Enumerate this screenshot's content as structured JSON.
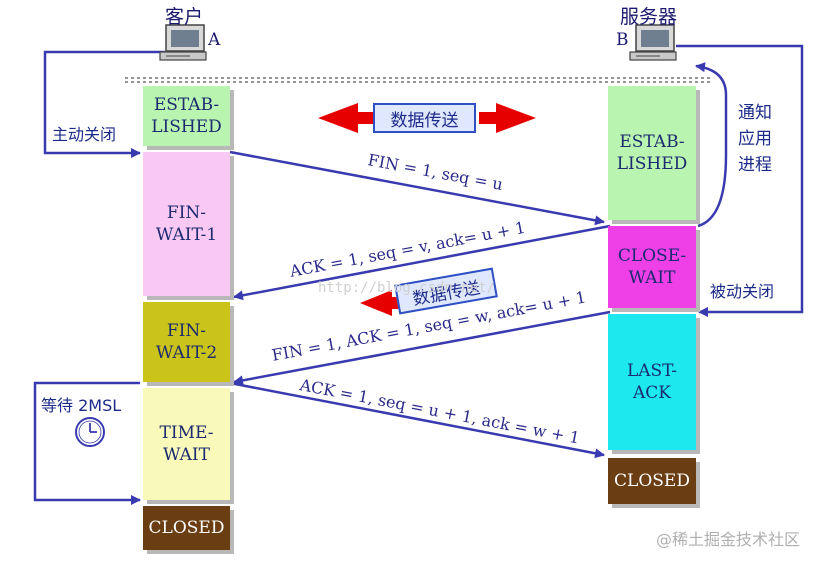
{
  "client": {
    "title": "客户",
    "host": "A"
  },
  "server": {
    "title": "服务器",
    "host": "B"
  },
  "client_states": [
    {
      "label": "ESTAB-\nLISHED",
      "color": "#b9f4b0"
    },
    {
      "label": "FIN-\nWAIT-1",
      "color": "#f9c9f4"
    },
    {
      "label": "FIN-\nWAIT-2",
      "color": "#c9c31a"
    },
    {
      "label": "TIME-\nWAIT",
      "color": "#f9f9b9"
    },
    {
      "label": "CLOSED",
      "color": "#6b3d12"
    }
  ],
  "server_states": [
    {
      "label": "ESTAB-\nLISHED",
      "color": "#b9f4b0"
    },
    {
      "label": "CLOSE-\nWAIT",
      "color": "#ef3fe6"
    },
    {
      "label": "LAST-\nACK",
      "color": "#1de8ee"
    },
    {
      "label": "CLOSED",
      "color": "#6b3d12"
    }
  ],
  "messages": {
    "fin1": "FIN = 1, seq = u",
    "ack1": "ACK = 1, seq = v, ack= u + 1",
    "fin2": "FIN = 1, ACK = 1, seq = w, ack= u + 1",
    "ack2": "ACK = 1, seq = u + 1, ack = w + 1"
  },
  "labels": {
    "active_close": "主动关闭",
    "notify_app": "通知\n应用\n进程",
    "passive_close": "被动关闭",
    "wait_2msl": "等待 2MSL",
    "data_transfer_1": "数据传送",
    "data_transfer_2": "数据传送",
    "watermark": "@稀土掘金技术社区",
    "faint_url": "http://blog.csdn.net/"
  },
  "colors": {
    "arrow": "#3a3ab0",
    "red_arrow": "#e60000",
    "loop": "#3a3ab0"
  }
}
